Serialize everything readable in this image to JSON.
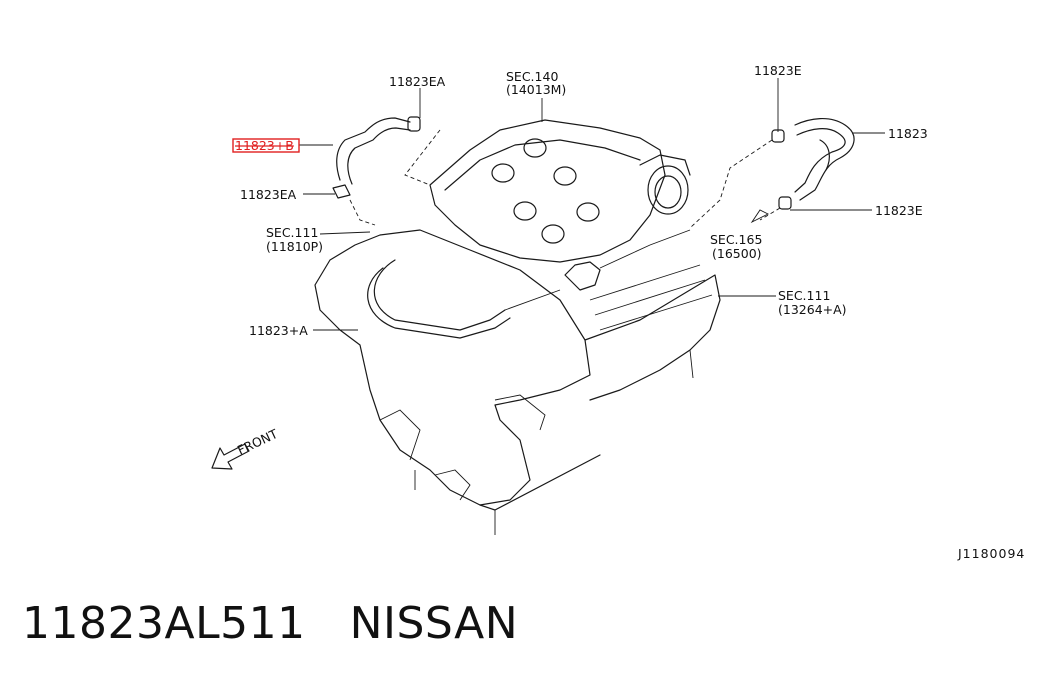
{
  "diagram": {
    "callouts": {
      "c_11823EA_top": "11823EA",
      "c_11823_B": "11823+B",
      "c_11823EA_left": "11823EA",
      "c_sec111_top": "SEC.111",
      "c_sec111_top_code": "(11810P)",
      "c_11823_A": "11823+A",
      "c_sec140": "SEC.140",
      "c_sec140_code": "(14013M)",
      "c_11823E_top": "11823E",
      "c_11823": "11823",
      "c_11823E_right": "11823E",
      "c_sec165": "SEC.165",
      "c_sec165_code": "(16500)",
      "c_sec111_right": "SEC.111",
      "c_sec111_right_code": "(13264+A)",
      "front": "FRONT",
      "diagram_id": "J1180094"
    },
    "highlight_color": "#e02020"
  },
  "footer": {
    "part_number": "11823AL511",
    "brand": "NISSAN"
  }
}
